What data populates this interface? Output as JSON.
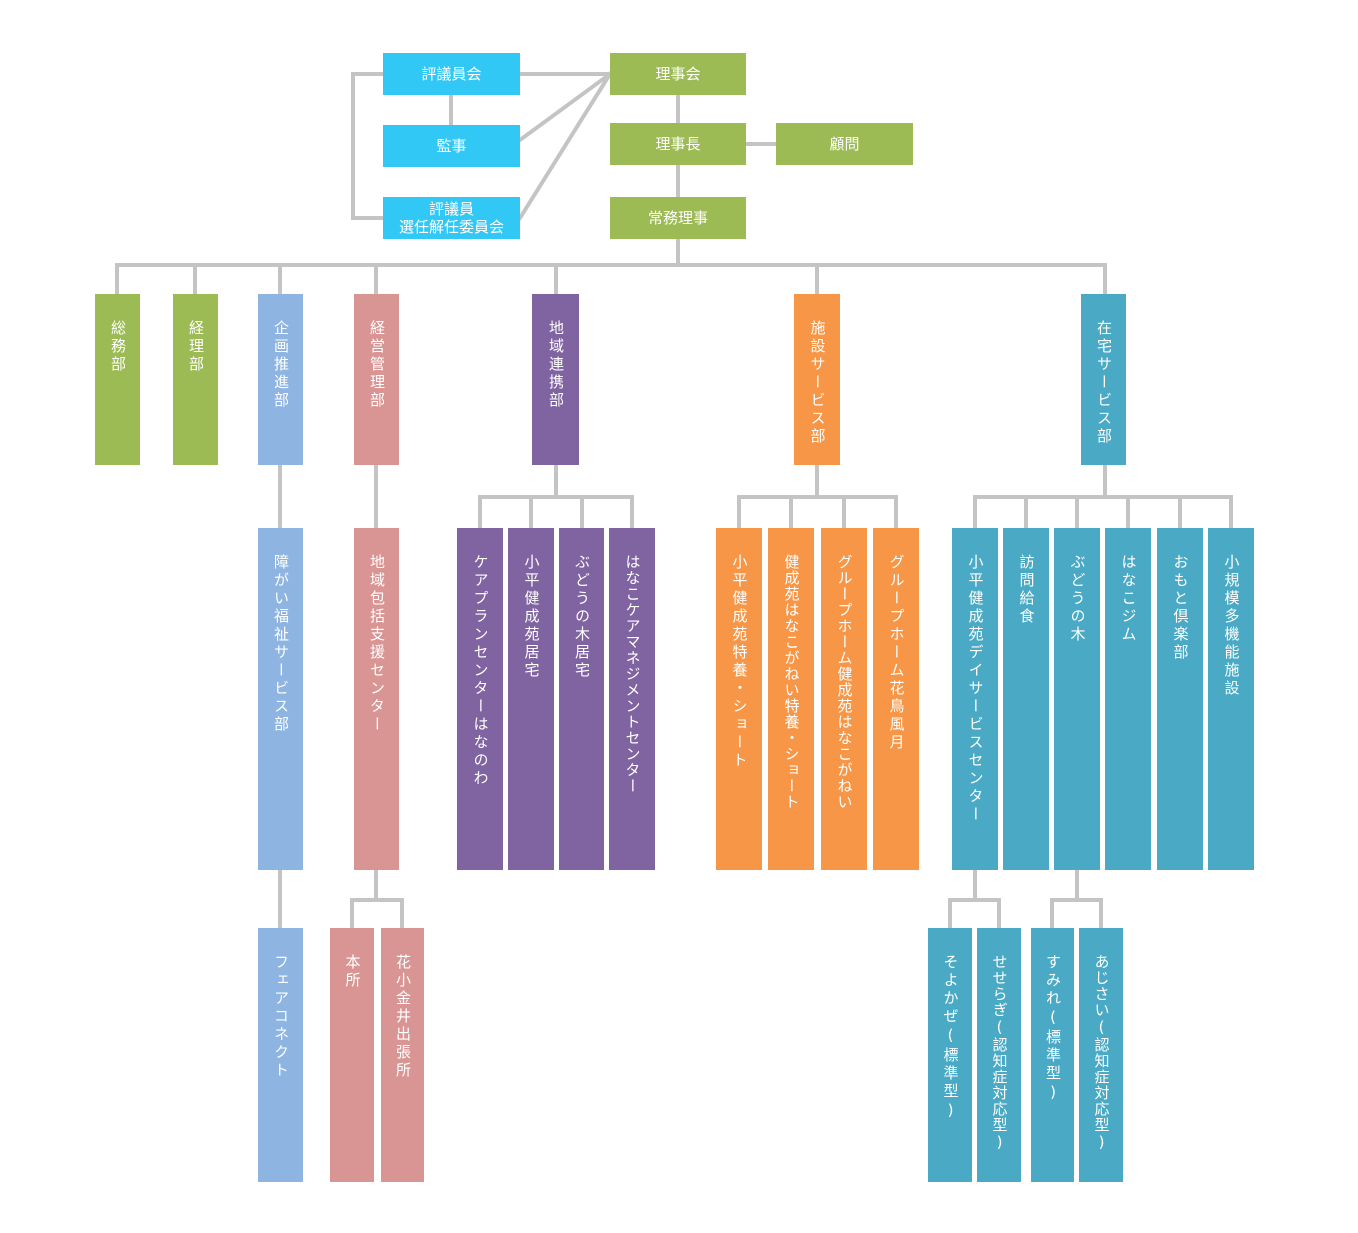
{
  "colors": {
    "green": "#9cbb55",
    "cyan": "#32c8f6",
    "blue": "#8eb4e2",
    "pink": "#d99594",
    "purple": "#8063a1",
    "orange": "#f79646",
    "teal": "#4aaac5",
    "connector": "#c4c4c4"
  },
  "board": {
    "council": "評議員会",
    "auditor": "監事",
    "selection_committee": "評議員\n選任解任委員会",
    "board_of_directors": "理事会",
    "chairman": "理事長",
    "advisor": "顧問",
    "managing_director": "常務理事"
  },
  "departments": {
    "general_affairs": "総務部",
    "accounting": "経理部",
    "planning": "企画推進部",
    "management": "経営管理部",
    "community": "地域連携部",
    "facility_services": "施設サービス部",
    "home_services": "在宅サービス部"
  },
  "units": {
    "disability_welfare": "障がい福祉サービス部",
    "fair_connect": "フェアコネクト",
    "community_support_center": "地域包括支援センター",
    "main_office": "本所",
    "hanakoganei_branch": "花小金井出張所",
    "care_plan_center": "ケアプランセンターはなのわ",
    "kodaira_kenseien_home": "小平健成苑居宅",
    "budou_no_ki_home": "ぶどうの木居宅",
    "hanako_care_mgmt": "はなこケアマネジメントセンター",
    "kodaira_kenseien_special": "小平健成苑特養・ショート",
    "kenseien_hanakoganei_special": "健成苑はなこがねい特養・ショート",
    "grouphome_kenseien": "グループホーム健成苑はなこがねい",
    "grouphome_kachoufuugetsu": "グループホーム花鳥風月",
    "kodaira_day_service": "小平健成苑デイサービスセンター",
    "home_meal_delivery": "訪問給食",
    "budou_no_ki": "ぶどうの木",
    "hanako_gym": "はなこジム",
    "omoto_club": "おもと倶楽部",
    "small_multi_function": "小規模多機能施設",
    "soyokaze": "そよかぜ(標準型)",
    "seseragi": "せせらぎ(認知症対応型)",
    "sumire": "すみれ(標準型)",
    "ajisai": "あじさい(認知症対応型)"
  }
}
